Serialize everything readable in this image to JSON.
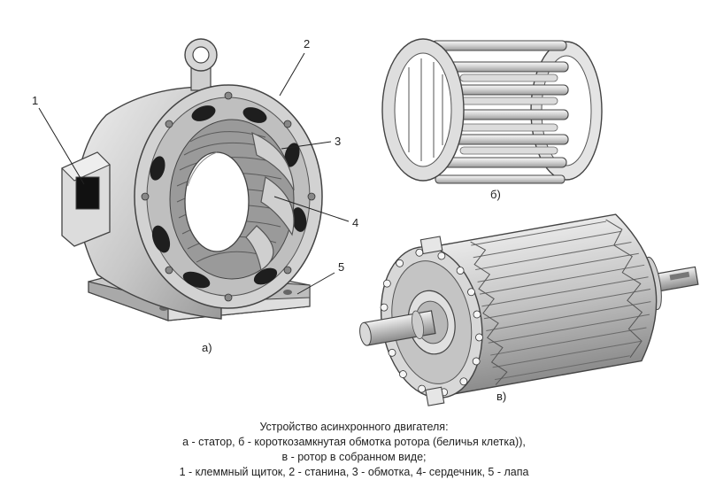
{
  "labels": {
    "n1": "1",
    "n2": "2",
    "n3": "3",
    "n4": "4",
    "n5": "5",
    "a": "а)",
    "b": "б)",
    "v": "в)"
  },
  "caption": {
    "line1": "Устройство асинхронного двигателя:",
    "line2": "а - статор, б - короткозамкнутая обмотка ротора (беличья клетка)),",
    "line3": "в - ротор в собранном виде;",
    "line4": "1 - клеммный щиток, 2 - станина, 3 - обмотка, 4- сердечник, 5 - лапа"
  },
  "colors": {
    "metal_light": "#d9d9d9",
    "metal_mid": "#b5b5b5",
    "metal_dark": "#7a7a7a",
    "outline": "#444444",
    "slot": "#1e1e1e"
  }
}
